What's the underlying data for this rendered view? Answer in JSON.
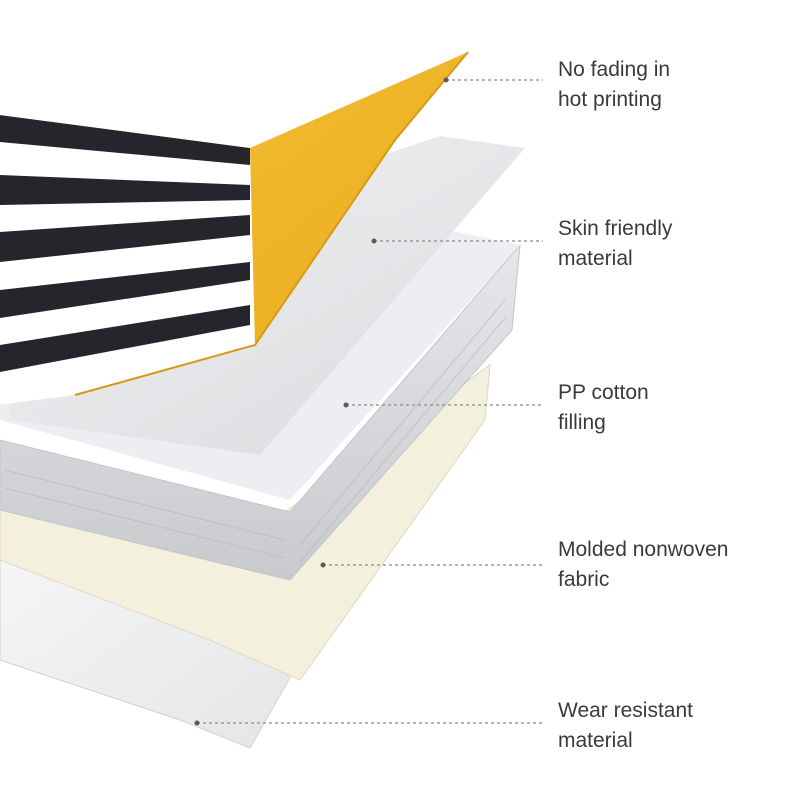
{
  "callouts": [
    {
      "id": "top-layer",
      "lines": [
        "No fading in",
        "hot printing"
      ]
    },
    {
      "id": "skin-layer",
      "lines": [
        "Skin friendly",
        "material"
      ]
    },
    {
      "id": "filling-layer",
      "lines": [
        "PP cotton",
        "filling"
      ]
    },
    {
      "id": "nonwoven-layer",
      "lines": [
        "Molded nonwoven",
        "fabric"
      ]
    },
    {
      "id": "bottom-layer",
      "lines": [
        "Wear resistant",
        "material"
      ]
    }
  ],
  "colors": {
    "print_yellow": "#f2b521",
    "print_stripe_dark": "#24262b",
    "print_stripe_light": "#ffffff",
    "leader_line": "#8a8a8a",
    "label_text": "#3a3a3a",
    "nonwoven": "#f3f0de"
  }
}
